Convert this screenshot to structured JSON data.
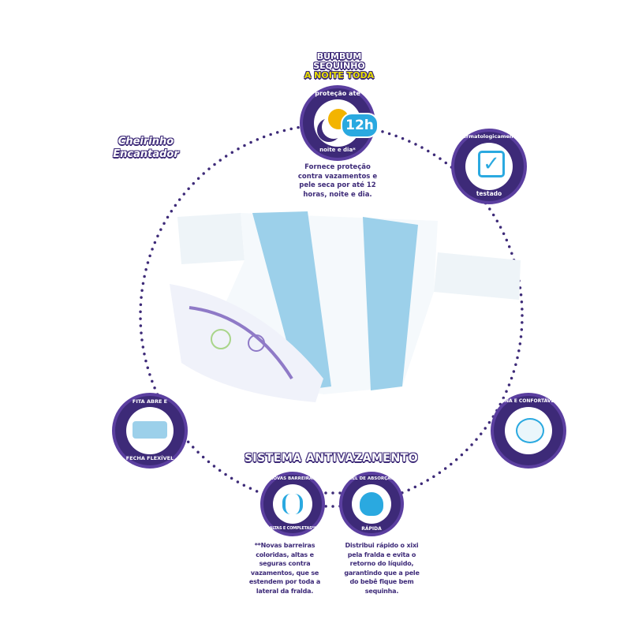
{
  "headline": {
    "line1": "BUMBUM",
    "line2": "SEQUINHO",
    "line3": "A NOITE TODA"
  },
  "scent": {
    "line1": "Cheirinho",
    "line2": "Encantador"
  },
  "protection": {
    "top": "proteção até",
    "bottom": "noite e dia*",
    "hours": "12h",
    "desc": [
      "Fornece proteção",
      "contra vazamentos e",
      "pele seca por até 12",
      "horas, noite e dia."
    ]
  },
  "derm": {
    "top": "dermatologicamente",
    "bottom": "testado"
  },
  "tape": {
    "top": "FITA ABRE E",
    "bottom": "FECHA FLEXÍVEL"
  },
  "thin": {
    "top": "FINA E CONFORTÁVEL"
  },
  "system": {
    "title": "SISTEMA ANTIVAZAMENTO",
    "barriers": {
      "top": "NOVAS BARREIRAS",
      "bottom": "ALTAS E COMPLETAS**",
      "desc": [
        "**Novas barreiras",
        "coloridas, altas e",
        "seguras contra",
        "vazamentos, que se",
        "estendem por toda a",
        "lateral da fralda."
      ]
    },
    "gel": {
      "top": "GEL DE ABSORÇÃO",
      "bottom": "RÁPIDA",
      "desc": [
        "Distribui rápido o xixi",
        "pela fralda e evita o",
        "retorno do líquido,",
        "garantindo que a pele",
        "do bebê fique bem",
        "sequinha."
      ]
    }
  },
  "colors": {
    "purple": "#3d2a78",
    "blue": "#9cd0ea",
    "yellow": "#e8e000",
    "cyan": "#2aa9e0"
  }
}
